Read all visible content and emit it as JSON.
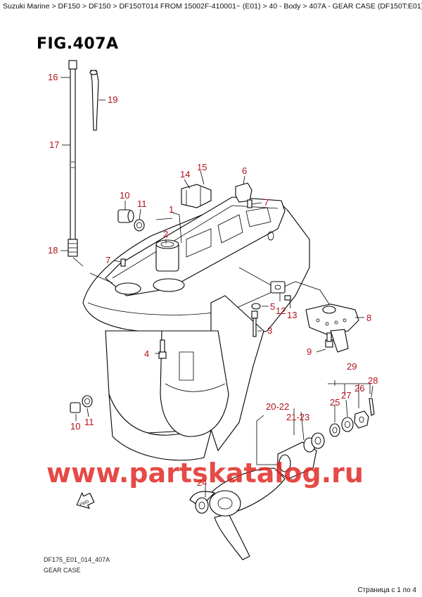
{
  "breadcrumb": "Suzuki Marine > DF150 > DF150 > DF150T014 FROM 15002F-410001~ (E01) > 40 - Body > 407A - GEAR CASE (DF150T:E01)",
  "figure_title": "FIG.407A",
  "footer_code": "DF175_E01_014_407A",
  "footer_name": "GEAR CASE",
  "pager": "Страница с 1 по 4",
  "watermark": "www.partskatalog.ru",
  "part_labels": {
    "p1": "1",
    "p2": "2",
    "p3": "3",
    "p4": "4",
    "p5": "5",
    "p6": "6",
    "p7a": "7",
    "p7b": "7",
    "p8": "8",
    "p9": "9",
    "p10a": "10",
    "p10b": "10",
    "p11a": "11",
    "p11b": "11",
    "p12": "12",
    "p13": "13",
    "p14": "14",
    "p15": "15",
    "p16": "16",
    "p17": "17",
    "p18": "18",
    "p19": "19",
    "p20_22": "20-22",
    "p21_23": "21-23",
    "p24": "24",
    "p25": "25",
    "p26": "26",
    "p27": "27",
    "p28": "28",
    "p29": "29"
  },
  "fwd_label": "FWD"
}
